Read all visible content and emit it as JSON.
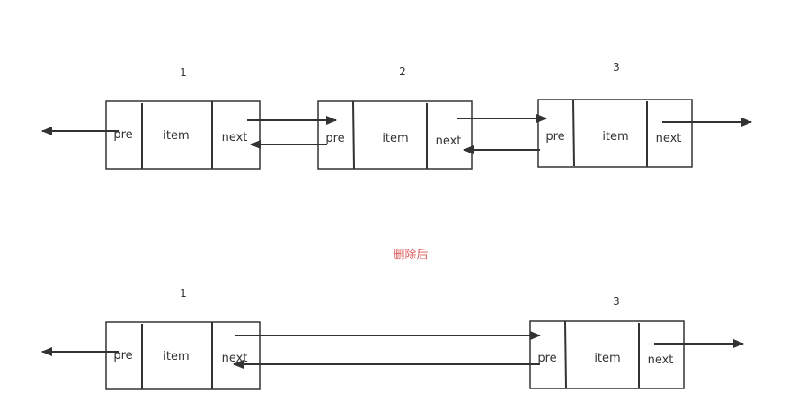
{
  "colors": {
    "line": "#333333",
    "caption": "#e05a5a",
    "background": "#ffffff"
  },
  "caption": "删除后",
  "field_labels": {
    "pre": "pre",
    "item": "item",
    "next": "next"
  },
  "before": {
    "nodes": [
      {
        "number": "1",
        "fields": [
          "pre",
          "item",
          "next"
        ]
      },
      {
        "number": "2",
        "fields": [
          "pre",
          "item",
          "next"
        ]
      },
      {
        "number": "3",
        "fields": [
          "pre",
          "item",
          "next"
        ]
      }
    ]
  },
  "after": {
    "nodes": [
      {
        "number": "1",
        "fields": [
          "pre",
          "item",
          "next"
        ]
      },
      {
        "number": "3",
        "fields": [
          "pre",
          "item",
          "next"
        ]
      }
    ]
  }
}
